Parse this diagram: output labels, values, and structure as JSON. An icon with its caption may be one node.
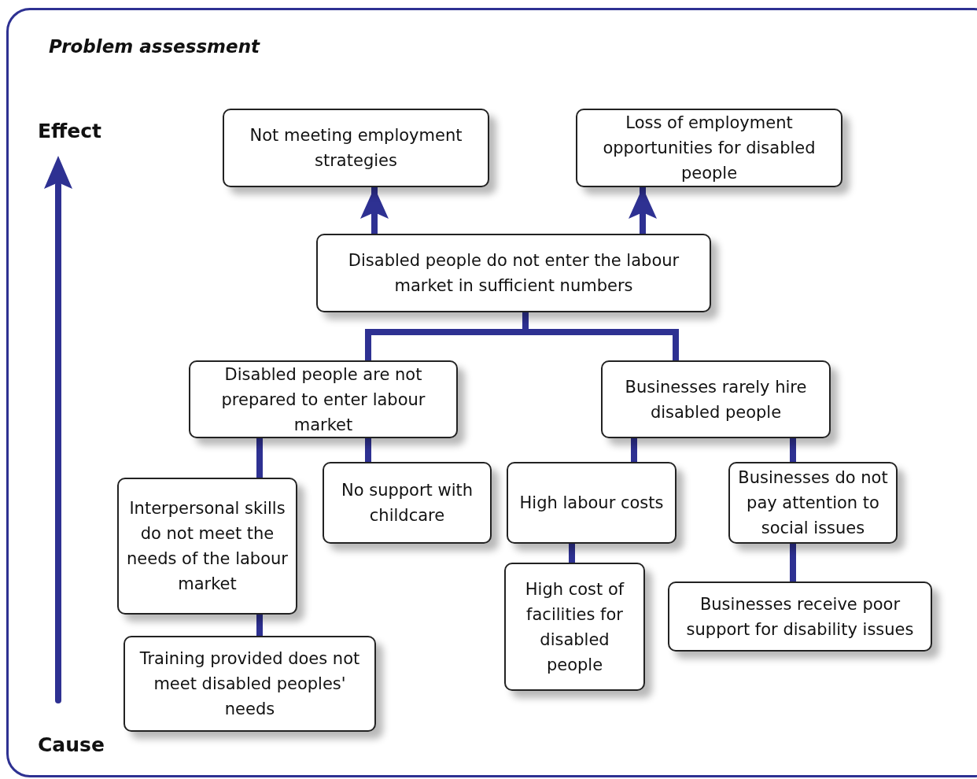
{
  "diagram": {
    "title": "Problem assessment",
    "nodes": [
      {
        "text": [
          "Not meeting employment strategies"
        ]
      },
      {
        "text": [
          "Loss of employment opportunities for disabled people"
        ]
      },
      {
        "text": [
          "Disabled people do not enter the labour market in sufficient numbers"
        ]
      },
      {
        "text": [
          "Disabled people are not prepared to enter labour market"
        ]
      },
      {
        "text": [
          "Businesses rarely hire disabled people"
        ]
      },
      {
        "text": [
          "Interpersonal skills do not meet the needs of the labour market"
        ]
      },
      {
        "text": [
          "No support with childcare"
        ]
      },
      {
        "text": [
          "High labour costs"
        ]
      },
      {
        "text": [
          "Businesses do not pay attention to social issues"
        ]
      },
      {
        "text": [
          "Training provided does not meet disabled peoples' needs"
        ]
      },
      {
        "text": [
          "High cost of facilities for disabled people"
        ]
      },
      {
        "text": [
          "Businesses receive poor support for disability issues"
        ]
      }
    ],
    "edges": [
      {
        "from": 2,
        "to": 0,
        "arrow": "to"
      },
      {
        "from": 2,
        "to": 1,
        "arrow": "to"
      },
      {
        "from": 3,
        "to": 2,
        "arrow": "none"
      },
      {
        "from": 4,
        "to": 2,
        "arrow": "none"
      },
      {
        "from": 5,
        "to": 3,
        "arrow": "none"
      },
      {
        "from": 6,
        "to": 3,
        "arrow": "none"
      },
      {
        "from": 7,
        "to": 4,
        "arrow": "none"
      },
      {
        "from": 8,
        "to": 4,
        "arrow": "none"
      },
      {
        "from": 9,
        "to": 5,
        "arrow": "none"
      },
      {
        "from": 10,
        "to": 7,
        "arrow": "none"
      },
      {
        "from": 11,
        "to": 8,
        "arrow": "none"
      }
    ],
    "labels": [
      "Effect",
      "Cause"
    ]
  }
}
